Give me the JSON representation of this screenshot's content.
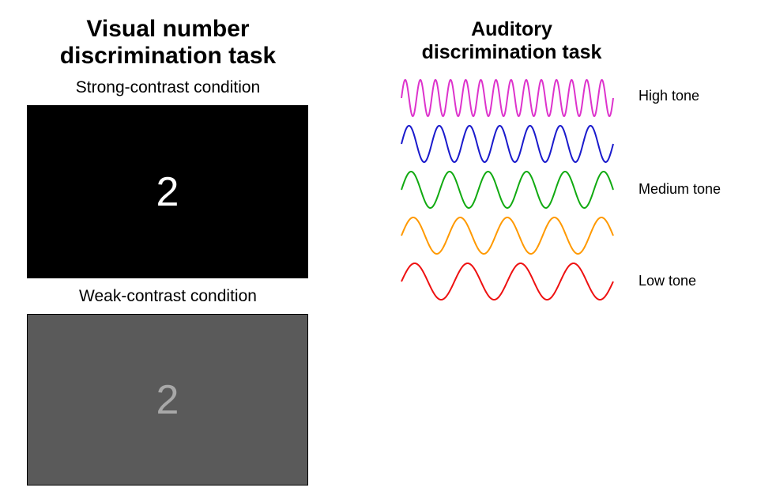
{
  "visual_task": {
    "title_line1": "Visual number",
    "title_line2": "discrimination task",
    "strong_condition": {
      "label": "Strong-contrast condition",
      "digit": "2",
      "background_color": "#000000",
      "digit_color": "#ffffff"
    },
    "weak_condition": {
      "label": "Weak-contrast condition",
      "digit": "2",
      "background_color": "#5a5a5a",
      "digit_color": "#a8a8a8"
    }
  },
  "auditory_task": {
    "title_line1": "Auditory",
    "title_line2": "discrimination task",
    "waves": [
      {
        "color": "#dd33cc",
        "cycles": 14
      },
      {
        "color": "#1a1acc",
        "cycles": 7
      },
      {
        "color": "#11aa11",
        "cycles": 5.5
      },
      {
        "color": "#ff9900",
        "cycles": 4.5
      },
      {
        "color": "#ee1111",
        "cycles": 4
      }
    ],
    "tone_labels": {
      "high": "High tone",
      "medium": "Medium tone",
      "low": "Low tone"
    }
  }
}
